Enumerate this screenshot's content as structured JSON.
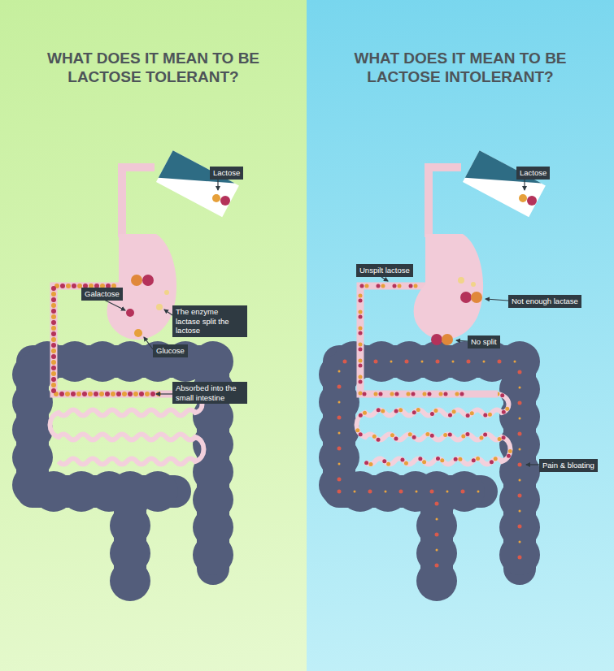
{
  "diagram": {
    "nodes": [
      {
        "text": [
          "WHAT DOES IT MEAN TO BE LACTOSE TOLERANT?"
        ]
      },
      {
        "text": [
          "Lactose"
        ],
        "in": 0
      },
      {
        "text": [
          "Galactose"
        ],
        "in": 0
      },
      {
        "text": [
          "The enzyme lactase split the lactose"
        ],
        "in": 0
      },
      {
        "text": [
          "Glucose"
        ],
        "in": 0
      },
      {
        "text": [
          "Absorbed into the small intestine"
        ],
        "in": 0
      },
      {
        "text": [
          "WHAT DOES IT MEAN TO BE LACTOSE INTOLERANT?"
        ]
      },
      {
        "text": [
          "Lactose"
        ],
        "in": 6
      },
      {
        "text": [
          "Unspilt lactose"
        ],
        "in": 6
      },
      {
        "text": [
          "Not enough lactase"
        ],
        "in": 6
      },
      {
        "text": [
          "No split"
        ],
        "in": 6
      },
      {
        "text": [
          "Pain & bloating"
        ],
        "in": 6
      }
    ]
  }
}
